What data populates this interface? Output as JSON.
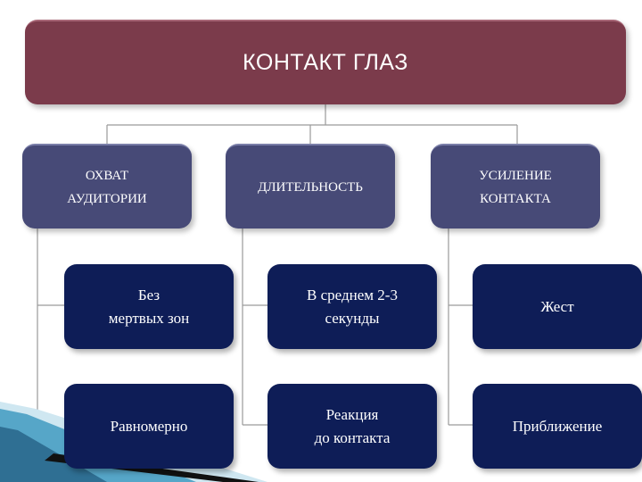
{
  "root": {
    "label": "КОНТАКТ ГЛАЗ"
  },
  "categories": [
    {
      "label": "ОХВАТ\nАУДИТОРИИ",
      "items": [
        "Без\nмертвых зон",
        "Равномерно"
      ]
    },
    {
      "label": "ДЛИТЕЛЬНОСТЬ",
      "items": [
        "В среднем 2-3\nсекунды",
        "Реакция\nдо контакта"
      ]
    },
    {
      "label": "УСИЛЕНИЕ\nКОНТАКТА",
      "items": [
        "Жест",
        "Приближение"
      ]
    }
  ],
  "colors": {
    "root": "#7b3b4b",
    "category": "#474a77",
    "leaf": "#0e1d57",
    "connector": "#9a9a9a",
    "accent": "#56a6c8"
  }
}
